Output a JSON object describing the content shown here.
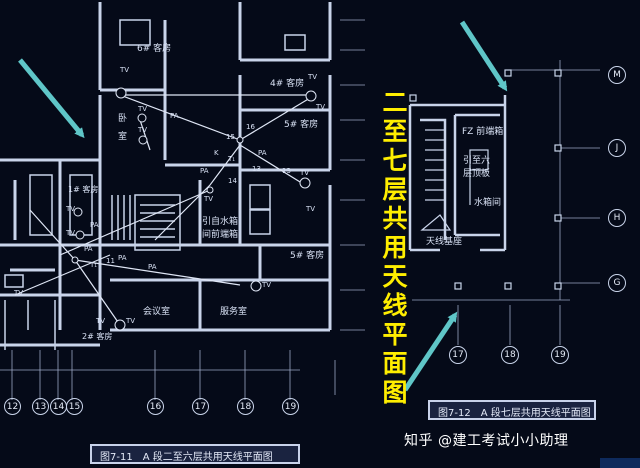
{
  "vertical_title": [
    "二",
    "至",
    "七",
    "层",
    "共",
    "用",
    "天",
    "线",
    "平",
    "面",
    "图"
  ],
  "captions": {
    "fig_7_11": "图7-11　A 段二至六层共用天线平面图",
    "fig_7_12": "图7-12　A 段七层共用天线平面图"
  },
  "watermark": "知乎 @建工考试小小助理",
  "left_plan": {
    "rooms": {
      "guest_6": "6# 客房",
      "guest_4": "4# 客房",
      "guest_5_upper": "5# 客房",
      "guest_5_lower": "5# 客房",
      "guest_1": "1# 客房",
      "guest_2": "2# 客房",
      "meeting": "会议室",
      "service": "服务室",
      "bedroom_1": "卧",
      "bedroom_2": "室"
    },
    "equipment": [
      "TV",
      "TV",
      "TV",
      "TV",
      "TV",
      "TV",
      "TV",
      "TV",
      "TV",
      "TV",
      "TV",
      "TV",
      "TV",
      "TV"
    ],
    "cables": [
      "PA",
      "PA",
      "PA",
      "PA",
      "PA",
      "PA",
      "PA"
    ],
    "callouts": [
      "15",
      "16",
      "14",
      "13",
      "13",
      "11",
      "K",
      "T₁",
      "T₁"
    ],
    "riser_note_line1": "引自水箱",
    "riser_note_line2": "间前端箱",
    "axes_bottom": [
      "12",
      "13",
      "14",
      "15",
      "16",
      "17",
      "18",
      "19"
    ]
  },
  "right_plan": {
    "fz_box": "FZ 前端箱",
    "riser_line1": "引至六",
    "riser_line2": "层顶板",
    "tank_room": "水箱间",
    "antenna_base": "天线基座",
    "axes_right": [
      "M",
      "J",
      "H",
      "G"
    ],
    "axes_bottom": [
      "17",
      "18",
      "19"
    ]
  },
  "colors": {
    "background": "#050a18",
    "lines": "#c9d4ea",
    "title": "#ffee00",
    "arrow": "#5fc6c8",
    "caption_bg": "#1a2340"
  }
}
